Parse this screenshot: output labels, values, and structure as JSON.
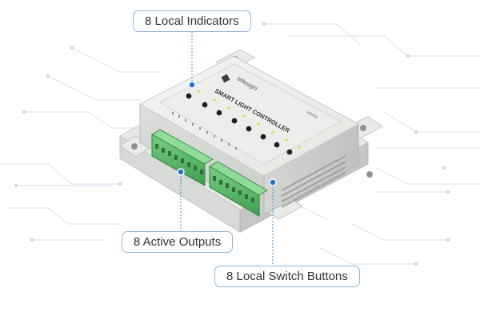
{
  "callouts": {
    "indicators": "8 Local Indicators",
    "outputs": "8 Active Outputs",
    "switches": "8 Local Switch Buttons"
  },
  "device": {
    "brand": "Milesight",
    "label": "SMART LIGHT CONTROLLER",
    "model": "WS558"
  },
  "colors": {
    "callout_border": "#8fb4dc",
    "callout_line": "#4a8fd8",
    "marker": "#1f73d6",
    "terminal_green": "#5bbf6a",
    "led_green": "#c9e64a",
    "circuit_lines": "#d6e0ea"
  }
}
